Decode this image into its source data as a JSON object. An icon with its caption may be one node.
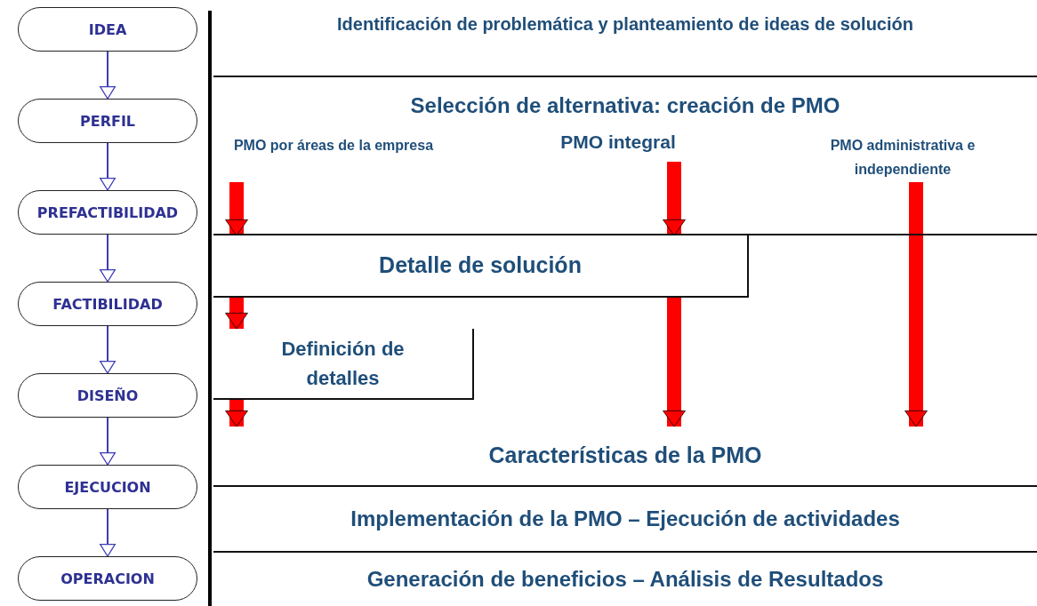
{
  "diagram": {
    "nodes": [
      {
        "text": [
          "IDEA"
        ]
      },
      {
        "text": [
          "PERFIL"
        ]
      },
      {
        "text": [
          "PREFACTIBILIDAD"
        ]
      },
      {
        "text": [
          "FACTIBILIDAD"
        ]
      },
      {
        "text": [
          "DISEÑO"
        ]
      },
      {
        "text": [
          "EJECUCION"
        ]
      },
      {
        "text": [
          "OPERACION"
        ]
      },
      {
        "text": [
          "Identificación de problemática y planteamiento de ideas de solución"
        ]
      },
      {
        "text": [
          "Selección de alternativa: creación de PMO"
        ]
      },
      {
        "text": [
          "PMO por áreas de la empresa"
        ],
        "in": 8
      },
      {
        "text": [
          "PMO integral"
        ],
        "in": 8
      },
      {
        "text": [
          "PMO administrativa e independiente"
        ],
        "in": 8
      },
      {
        "text": [
          "Detalle de solución"
        ]
      },
      {
        "text": [
          "Definición de detalles"
        ]
      },
      {
        "text": [
          "Características de la PMO"
        ]
      },
      {
        "text": [
          "Implementación de la PMO – Ejecución de actividades"
        ]
      },
      {
        "text": [
          "Generación de beneficios – Análisis de Resultados"
        ]
      }
    ],
    "edges": [
      {
        "from": 0,
        "to": 1,
        "arrow": "to",
        "color": "#3d3db5"
      },
      {
        "from": 1,
        "to": 2,
        "arrow": "to",
        "color": "#3d3db5"
      },
      {
        "from": 2,
        "to": 3,
        "arrow": "to",
        "color": "#3d3db5"
      },
      {
        "from": 3,
        "to": 4,
        "arrow": "to",
        "color": "#3d3db5"
      },
      {
        "from": 4,
        "to": 5,
        "arrow": "to",
        "color": "#3d3db5"
      },
      {
        "from": 5,
        "to": 6,
        "arrow": "to",
        "color": "#3d3db5"
      },
      {
        "from": 9,
        "to": 12,
        "arrow": "to",
        "style": "thick",
        "color": "#ff0000"
      },
      {
        "from": 12,
        "to": 13,
        "arrow": "to",
        "style": "thick",
        "color": "#ff0000"
      },
      {
        "from": 13,
        "to": 14,
        "arrow": "to",
        "style": "thick",
        "color": "#ff0000"
      },
      {
        "from": 10,
        "to": 12,
        "arrow": "to",
        "style": "thick",
        "color": "#ff0000"
      },
      {
        "from": 12,
        "to": 14,
        "arrow": "to",
        "style": "thick",
        "color": "#ff0000"
      },
      {
        "from": 11,
        "to": 14,
        "arrow": "to",
        "style": "thick",
        "color": "#ff0000"
      }
    ]
  }
}
